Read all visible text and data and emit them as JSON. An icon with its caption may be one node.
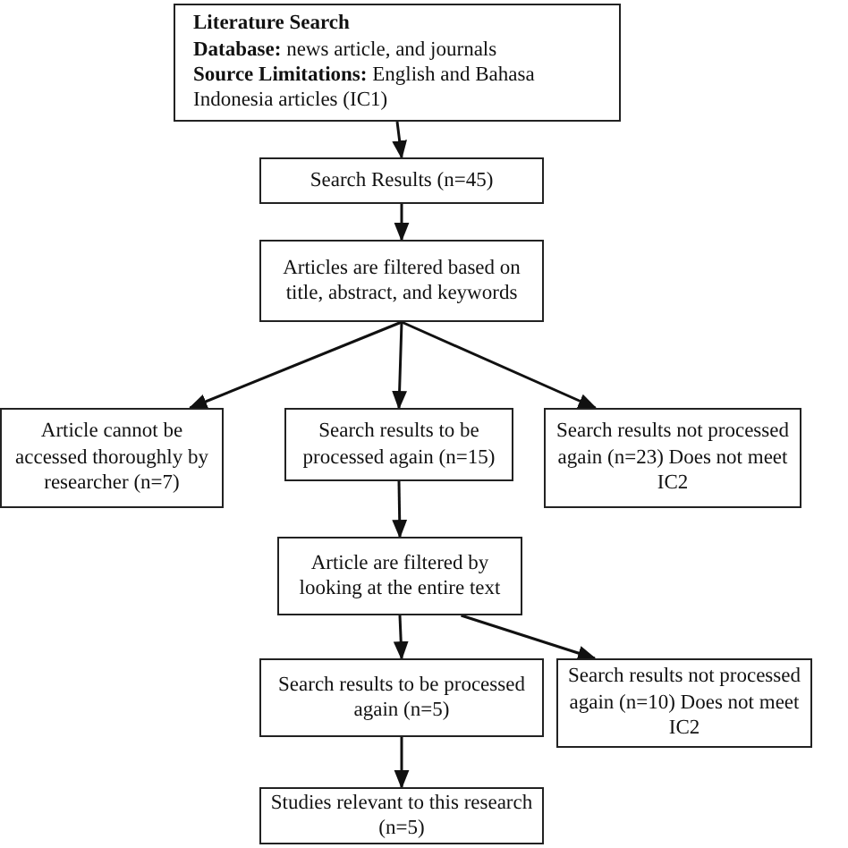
{
  "diagram": {
    "nodes": [
      {
        "text": [
          "Literature Search",
          "**Database:** news article, and journals",
          "**Source Limitations:** English and Bahasa Indonesia articles (IC1)"
        ]
      },
      {
        "text": [
          "Search Results (n=45)"
        ]
      },
      {
        "text": [
          "Articles are filtered based on title, abstract, and keywords"
        ]
      },
      {
        "text": [
          "Article cannot be accessed thoroughly by researcher (n=7)"
        ]
      },
      {
        "text": [
          "Search results to be processed again (n=15)"
        ]
      },
      {
        "text": [
          "Search results not processed again (n=23) Does not meet IC2"
        ]
      },
      {
        "text": [
          "Article are filtered by looking at the entire text"
        ]
      },
      {
        "text": [
          "Search results to be processed again (n=5)"
        ]
      },
      {
        "text": [
          "Search results not processed again (n=10) Does not meet IC2"
        ]
      },
      {
        "text": [
          "Studies relevant to this research (n=5)"
        ]
      }
    ],
    "edges": [
      {
        "from": 0,
        "to": 1,
        "arrow": "to"
      },
      {
        "from": 1,
        "to": 2,
        "arrow": "to"
      },
      {
        "from": 2,
        "to": 3,
        "arrow": "to"
      },
      {
        "from": 2,
        "to": 4,
        "arrow": "to"
      },
      {
        "from": 2,
        "to": 5,
        "arrow": "to"
      },
      {
        "from": 4,
        "to": 6,
        "arrow": "to"
      },
      {
        "from": 6,
        "to": 7,
        "arrow": "to"
      },
      {
        "from": 6,
        "to": 8,
        "arrow": "to"
      },
      {
        "from": 7,
        "to": 9,
        "arrow": "to"
      }
    ]
  }
}
